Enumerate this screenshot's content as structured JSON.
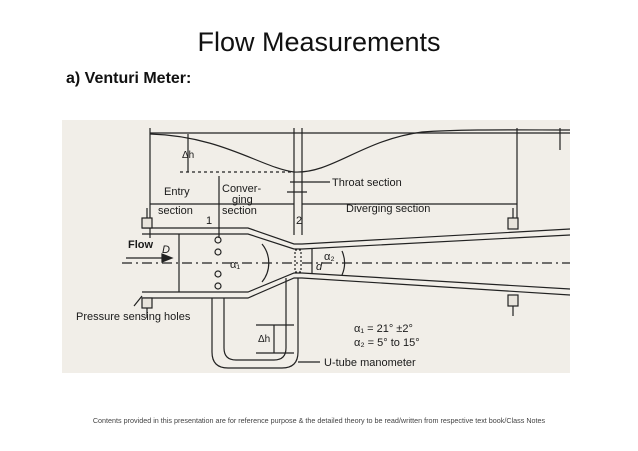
{
  "slide": {
    "title": "Flow Measurements",
    "subtitle": "a)  Venturi Meter:",
    "footer": "Contents provided in this presentation are for reference purpose & the detailed theory to be read/written from respective text book/Class Notes"
  },
  "figure": {
    "labels": {
      "delta_h_top": "Δh",
      "entry_1": "Entry",
      "entry_2": "section",
      "entry_num": "1",
      "conv_1": "Conver-",
      "conv_2": "ging",
      "conv_3": "section",
      "throat_num": "2",
      "throat_section": "Throat section",
      "diverging_section": "Diverging section",
      "flow": "Flow",
      "D": "D",
      "d": "d",
      "alpha1": "α₁",
      "alpha2": "α₂",
      "pressure_holes": "Pressure sensing holes",
      "delta_h_manometer": "Δh",
      "alpha1_value": "α₁ = 21° ±2°",
      "alpha2_value": "α₂ = 5° to 15°",
      "utube": "U-tube manometer"
    }
  }
}
